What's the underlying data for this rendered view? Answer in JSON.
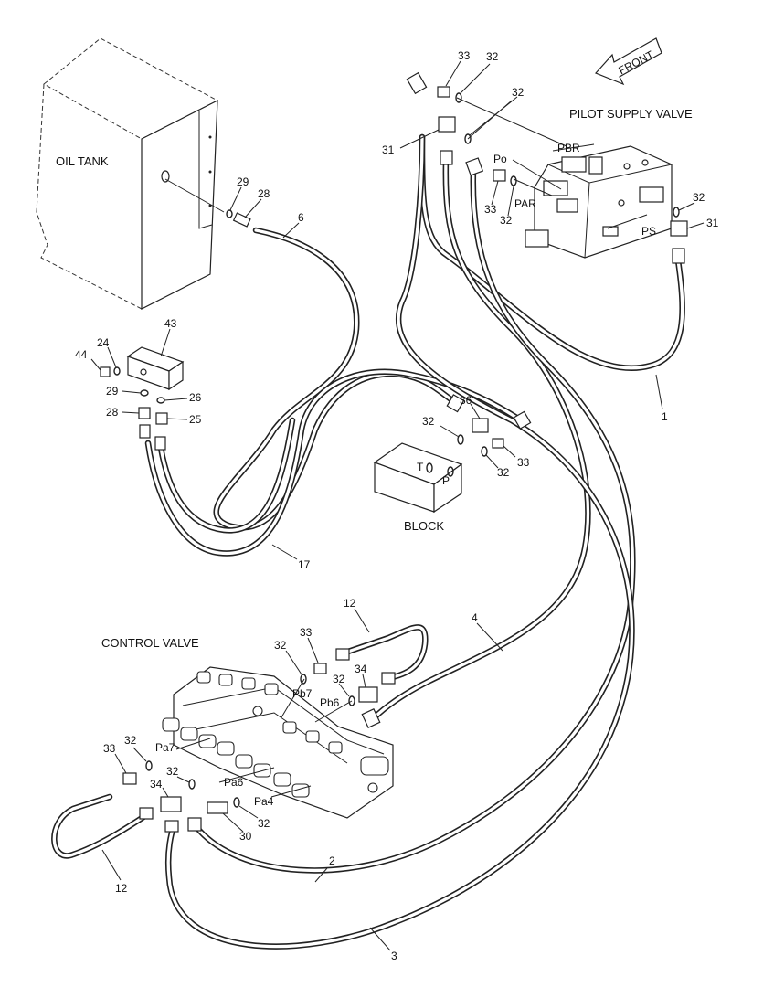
{
  "title_labels": {
    "oil_tank": "OIL TANK",
    "pilot_supply_valve": "PILOT SUPPLY VALVE",
    "block": "BLOCK",
    "control_valve": "CONTROL VALVE",
    "front": "FRONT"
  },
  "port_labels": {
    "pbr": "PBR",
    "po": "Po",
    "par": "PAR",
    "ps": "PS",
    "t": "T",
    "p": "P",
    "pb7": "Pb7",
    "pb6": "Pb6",
    "pa7": "Pa7",
    "pa6": "Pa6",
    "pa4": "Pa4"
  },
  "callouts": {
    "c33_top": "33",
    "c32_top": "32",
    "c32_top2": "32",
    "c31_left": "31",
    "c33_mid": "33",
    "c32_mid": "32",
    "c32_right": "32",
    "c31_right": "31",
    "c29_tank": "29",
    "c28_tank": "28",
    "c6": "6",
    "c43": "43",
    "c24": "24",
    "c44": "44",
    "c29_blk": "29",
    "c26": "26",
    "c28_blk": "28",
    "c25": "25",
    "c36": "36",
    "c32_blk1": "32",
    "c33_blk": "33",
    "c32_blk2": "32",
    "c1": "1",
    "c17": "17",
    "c12_top": "12",
    "c4": "4",
    "c33_cv": "33",
    "c32_cv": "32",
    "c34_cv": "34",
    "c32_pb6": "32",
    "c33_left": "33",
    "c32_left": "32",
    "c34_left": "34",
    "c32_pa6": "32",
    "c30": "30",
    "c32_pa4": "32",
    "c12_bot": "12",
    "c2": "2",
    "c3": "3"
  }
}
